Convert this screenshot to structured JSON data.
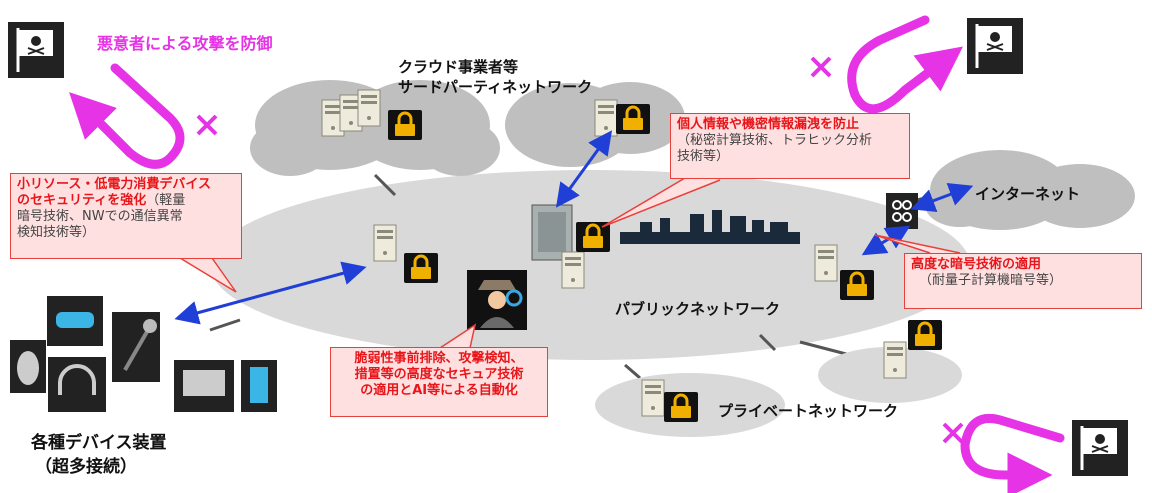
{
  "labels": {
    "attack_defense": "悪意者による攻撃を防御",
    "cloud_title_1": "クラウド事業者等",
    "cloud_title_2": "サードパーティネットワーク",
    "internet": "インターネット",
    "public_network": "パブリックネットワーク",
    "private_network": "プライベートネットワーク",
    "devices_1": "各種デバイス装置",
    "devices_2": "（超多接続）"
  },
  "callouts": {
    "privacy": {
      "heading": "個人情報や機密情報漏洩を防止",
      "body_1": "（秘密計算技術、トラヒック分析",
      "body_2": "技術等）"
    },
    "lightweight": {
      "heading_1": "小リソース・低電力消費デバイス",
      "heading_2": "のセキュリティを強化",
      "body_2": "（軽量",
      "body_3": "暗号技術、NWでの通信異常",
      "body_4": "検知技術等）"
    },
    "crypto": {
      "heading": "高度な暗号技術の適用",
      "body": "（耐量子計算機暗号等）"
    },
    "vulnerability": {
      "line_1": "脆弱性事前排除、攻撃検知、",
      "line_2": "措置等の高度なセキュア技術",
      "line_3": "の適用とAI等による自動化"
    }
  },
  "colors": {
    "cloud_gray": "#bfbfbf",
    "arrow_blue": "#1f3fd6",
    "callout_red": "#e8161a",
    "attack_magenta": "#e633e6",
    "icon_dark": "#222222"
  }
}
